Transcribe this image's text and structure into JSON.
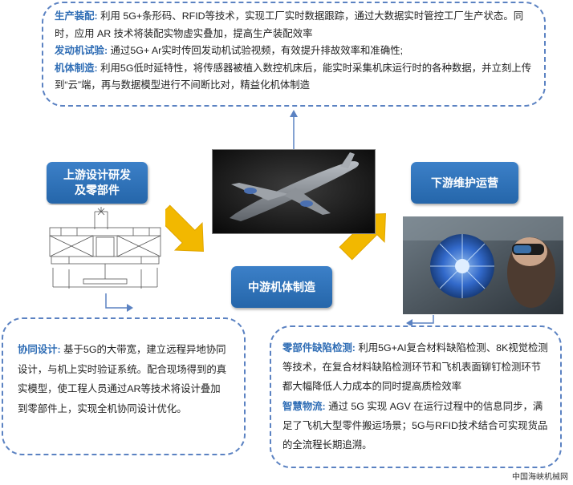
{
  "top_box": {
    "p1_label": "生产装配:",
    "p1_text": " 利用 5G+条形码、RFID等技术，实现工厂实时数据跟踪，通过大数据实时管控工厂生产状态。同时，应用 AR 技术将装配实物虚实叠加，提高生产装配效率",
    "p2_label": "发动机试验:",
    "p2_text": " 通过5G+ Ar实时传回发动机试验视频，有效提升排故效率和准确性;",
    "p3_label": "机体制造:",
    "p3_text": " 利用5G低时延特性，将传感器被植入数控机床后，能实时采集机床运行时的各种数据，并立刻上传到“云”端，再与数据模型进行不间断比对，精益化机体制造"
  },
  "stages": {
    "upstream": "上游设计研发及零部件",
    "midstream": "中游机体制造",
    "downstream": "下游维护运营"
  },
  "left_box": {
    "label": "协同设计:",
    "text": " 基于5G的大带宽，建立远程异地协同设计，与机上实时验证系统。配合现场得到的真实模型，使工程人员通过AR等技术将设计叠加到零部件上，实现全机协同设计优化。"
  },
  "right_box": {
    "p1_label": "零部件缺陷检测:",
    "p1_text": " 利用5G+AI复合材料缺陷检测、8K视觉检测等技术，在复合材料缺陷检测环节和飞机表面铆钉检测环节都大幅降低人力成本的同时提高质检效率",
    "p2_label": "智慧物流:",
    "p2_text": " 通过 5G 实现 AGV 在运行过程中的信息同步，满足了飞机大型零件搬运场景；5G与RFID技术结合可实现货品的全流程长期追溯。"
  },
  "credit": "中国海峡机械网",
  "colors": {
    "accent_blue": "#2f6db5",
    "box_border": "#5b82c2",
    "arrow_yellow": "#f2b800"
  }
}
